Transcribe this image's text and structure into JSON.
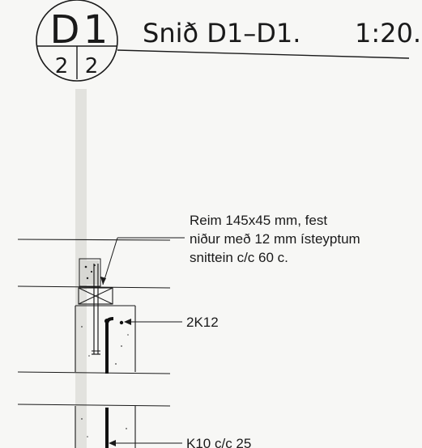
{
  "drawing": {
    "section_id": "D1",
    "section_letter": "D",
    "section_number": "1",
    "sheet_left": "2",
    "sheet_right": "2",
    "title": "Snið D1–D1.",
    "scale": "1:20."
  },
  "notes": {
    "beam_line1": "Reim 145x45 mm, fest",
    "beam_line2": "niður með 12 mm ísteyptum",
    "beam_line3": "snittein c/c 60 c.",
    "rebar_top": "2K12",
    "rebar_stirrup": "K10 c/c 25"
  }
}
